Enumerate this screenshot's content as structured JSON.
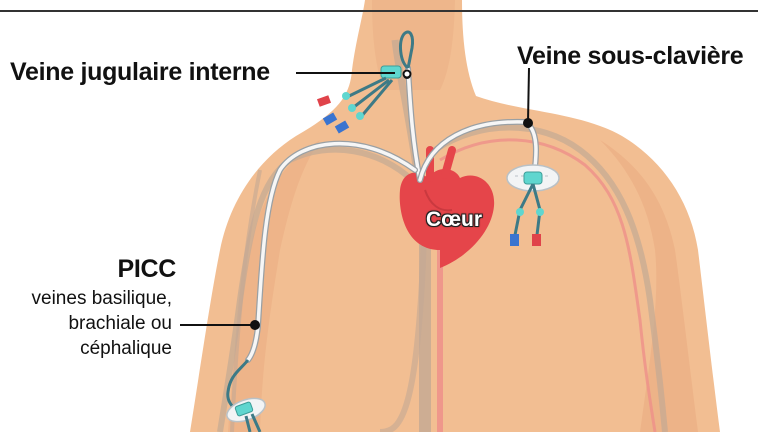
{
  "labels": {
    "jugular": "Veine jugulaire interne",
    "subclavian": "Veine sous-clavière",
    "picc_title": "PICC",
    "picc_lines": [
      "veines basilique,",
      "brachiale ou",
      "céphalique"
    ],
    "heart": "Cœur"
  },
  "colors": {
    "background": "#ffffff",
    "skin": "#f2be92",
    "skin_shadow": "#e9a97f",
    "vein_gray": "#c3a994",
    "artery_red": "#ee9089",
    "heart": "#e5454a",
    "catheter": "#f6f6f6",
    "line_teal": "#3d7a86",
    "hub_cyan": "#5fd6cf",
    "cap_red": "#e0434a",
    "cap_blue": "#3a74d0",
    "rule": "#333333"
  }
}
